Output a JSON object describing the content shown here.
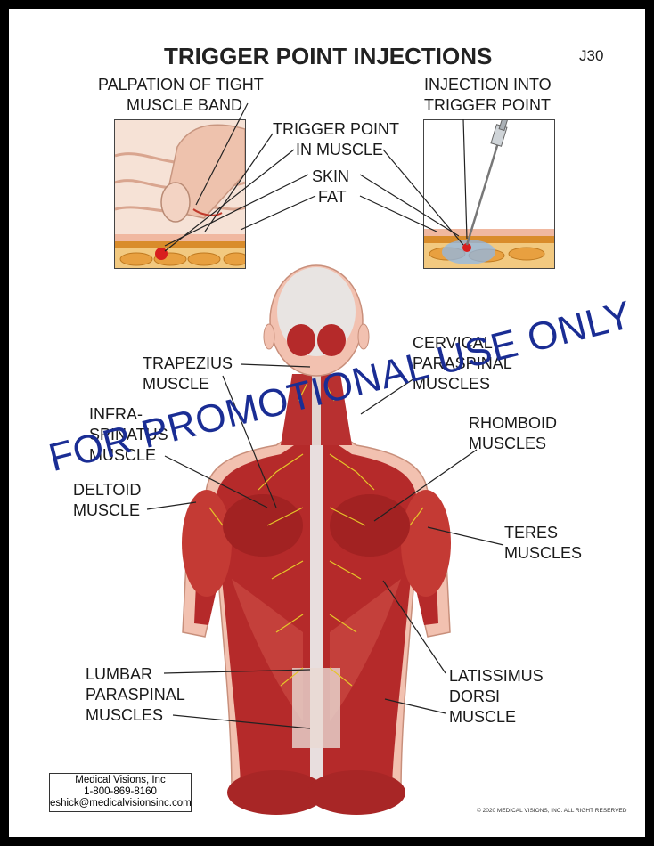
{
  "title": "TRIGGER POINT INJECTIONS",
  "plate_code": "J30",
  "top_labels": {
    "palpation_1": "PALPATION OF TIGHT",
    "palpation_2": "MUSCLE BAND",
    "injection_1": "INJECTION INTO",
    "injection_2": "TRIGGER POINT",
    "trigger_1": "TRIGGER POINT",
    "trigger_2": "IN MUSCLE",
    "skin": "SKIN",
    "fat": "FAT"
  },
  "back_labels": {
    "trapezius_1": "TRAPEZIUS",
    "trapezius_2": "MUSCLE",
    "cervical_1": "CERVICAL",
    "cervical_2": "PARASPINAL",
    "cervical_3": "MUSCLES",
    "infra_1": "INFRA-",
    "infra_2": "SPINATUS",
    "infra_3": "MUSCLE",
    "rhomboid_1": "RHOMBOID",
    "rhomboid_2": "MUSCLES",
    "deltoid_1": "DELTOID",
    "deltoid_2": "MUSCLE",
    "teres_1": "TERES",
    "teres_2": "MUSCLES",
    "lumbar_1": "LUMBAR",
    "lumbar_2": "PARASPINAL",
    "lumbar_3": "MUSCLES",
    "lat_1": "LATISSIMUS",
    "lat_2": "DORSI",
    "lat_3": "MUSCLE"
  },
  "watermark": "FOR PROMOTIONAL USE ONLY",
  "contact": {
    "company": "Medical Visions, Inc",
    "phone": "1-800-869-8160",
    "email": "eshick@medicalvisionsinc.com"
  },
  "copyright": "© 2020 MEDICAL VISIONS, INC. ALL RIGHT RESERVED",
  "colors": {
    "muscle": "#b52a2a",
    "fat": "#e8a040",
    "skin": "#f4c9b8",
    "watermark": "#1a2d94",
    "nerve": "#e6c629"
  }
}
